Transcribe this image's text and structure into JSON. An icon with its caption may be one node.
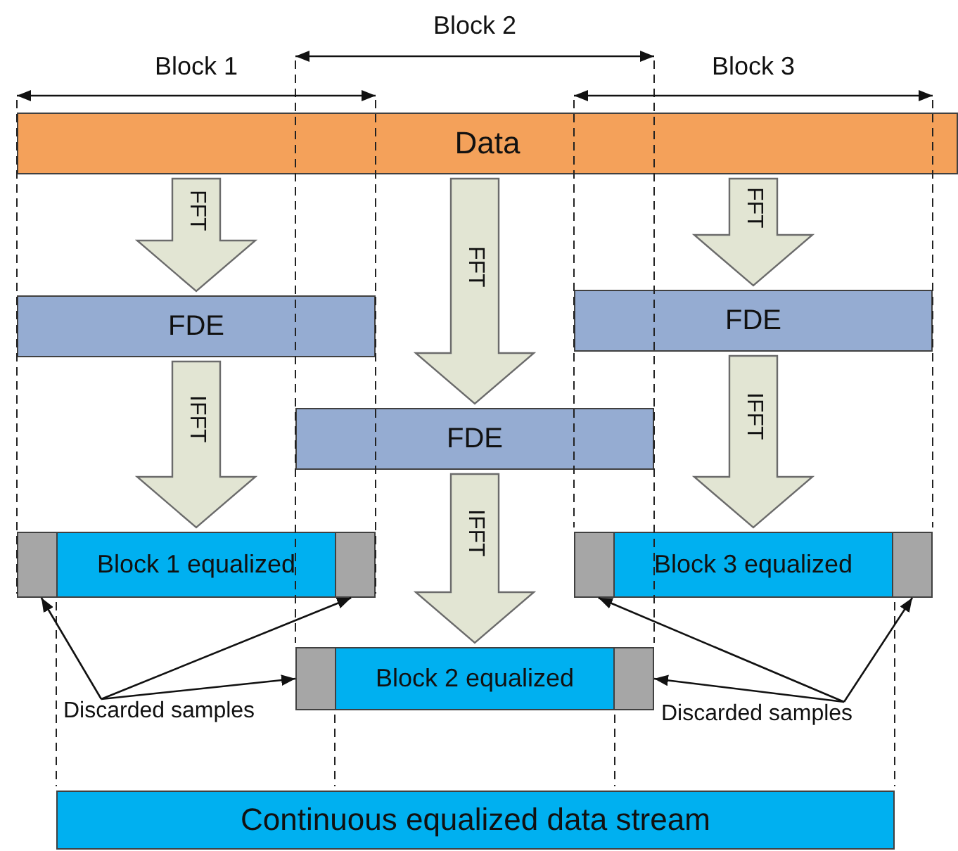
{
  "diagram": {
    "nodes": [
      {
        "text": [
          "Data"
        ]
      },
      {
        "text": [
          "FDE"
        ]
      },
      {
        "text": [
          "FDE"
        ]
      },
      {
        "text": [
          "FDE"
        ]
      },
      {
        "text": [
          "Block 1 equalized"
        ]
      },
      {
        "text": [],
        "shape": "box",
        "in": 4
      },
      {
        "text": [],
        "shape": "box",
        "in": 4
      },
      {
        "text": [
          "Block 3 equalized"
        ]
      },
      {
        "text": [],
        "shape": "box",
        "in": 7
      },
      {
        "text": [],
        "shape": "box",
        "in": 7
      },
      {
        "text": [
          "Block 2 equalized"
        ]
      },
      {
        "text": [],
        "shape": "box",
        "in": 10
      },
      {
        "text": [],
        "shape": "box",
        "in": 10
      },
      {
        "text": [
          "Discarded samples"
        ]
      },
      {
        "text": [
          "Discarded samples"
        ]
      },
      {
        "text": [
          "Continuous equalized data stream"
        ]
      }
    ],
    "edges": [
      {
        "from": 0,
        "to": 1,
        "arrow": "to",
        "label": "FFT",
        "style": "thick"
      },
      {
        "from": 0,
        "to": 2,
        "arrow": "to",
        "label": "FFT",
        "style": "thick"
      },
      {
        "from": 0,
        "to": 3,
        "arrow": "to",
        "label": "FFT",
        "style": "thick"
      },
      {
        "from": 1,
        "to": 4,
        "arrow": "to",
        "label": "IFFT",
        "style": "thick"
      },
      {
        "from": 2,
        "to": 7,
        "arrow": "to",
        "label": "IFFT",
        "style": "thick"
      },
      {
        "from": 3,
        "to": 10,
        "arrow": "to",
        "label": "IFFT",
        "style": "thick"
      },
      {
        "from": 13,
        "to": 5,
        "arrow": "to"
      },
      {
        "from": 13,
        "to": 6,
        "arrow": "to"
      },
      {
        "from": 13,
        "to": 11,
        "arrow": "to"
      },
      {
        "from": 14,
        "to": 8,
        "arrow": "to"
      },
      {
        "from": 14,
        "to": 9,
        "arrow": "to"
      },
      {
        "from": 14,
        "to": 12,
        "arrow": "to"
      }
    ],
    "labels": [
      "Block 1",
      "Block 2",
      "Block 3"
    ]
  }
}
